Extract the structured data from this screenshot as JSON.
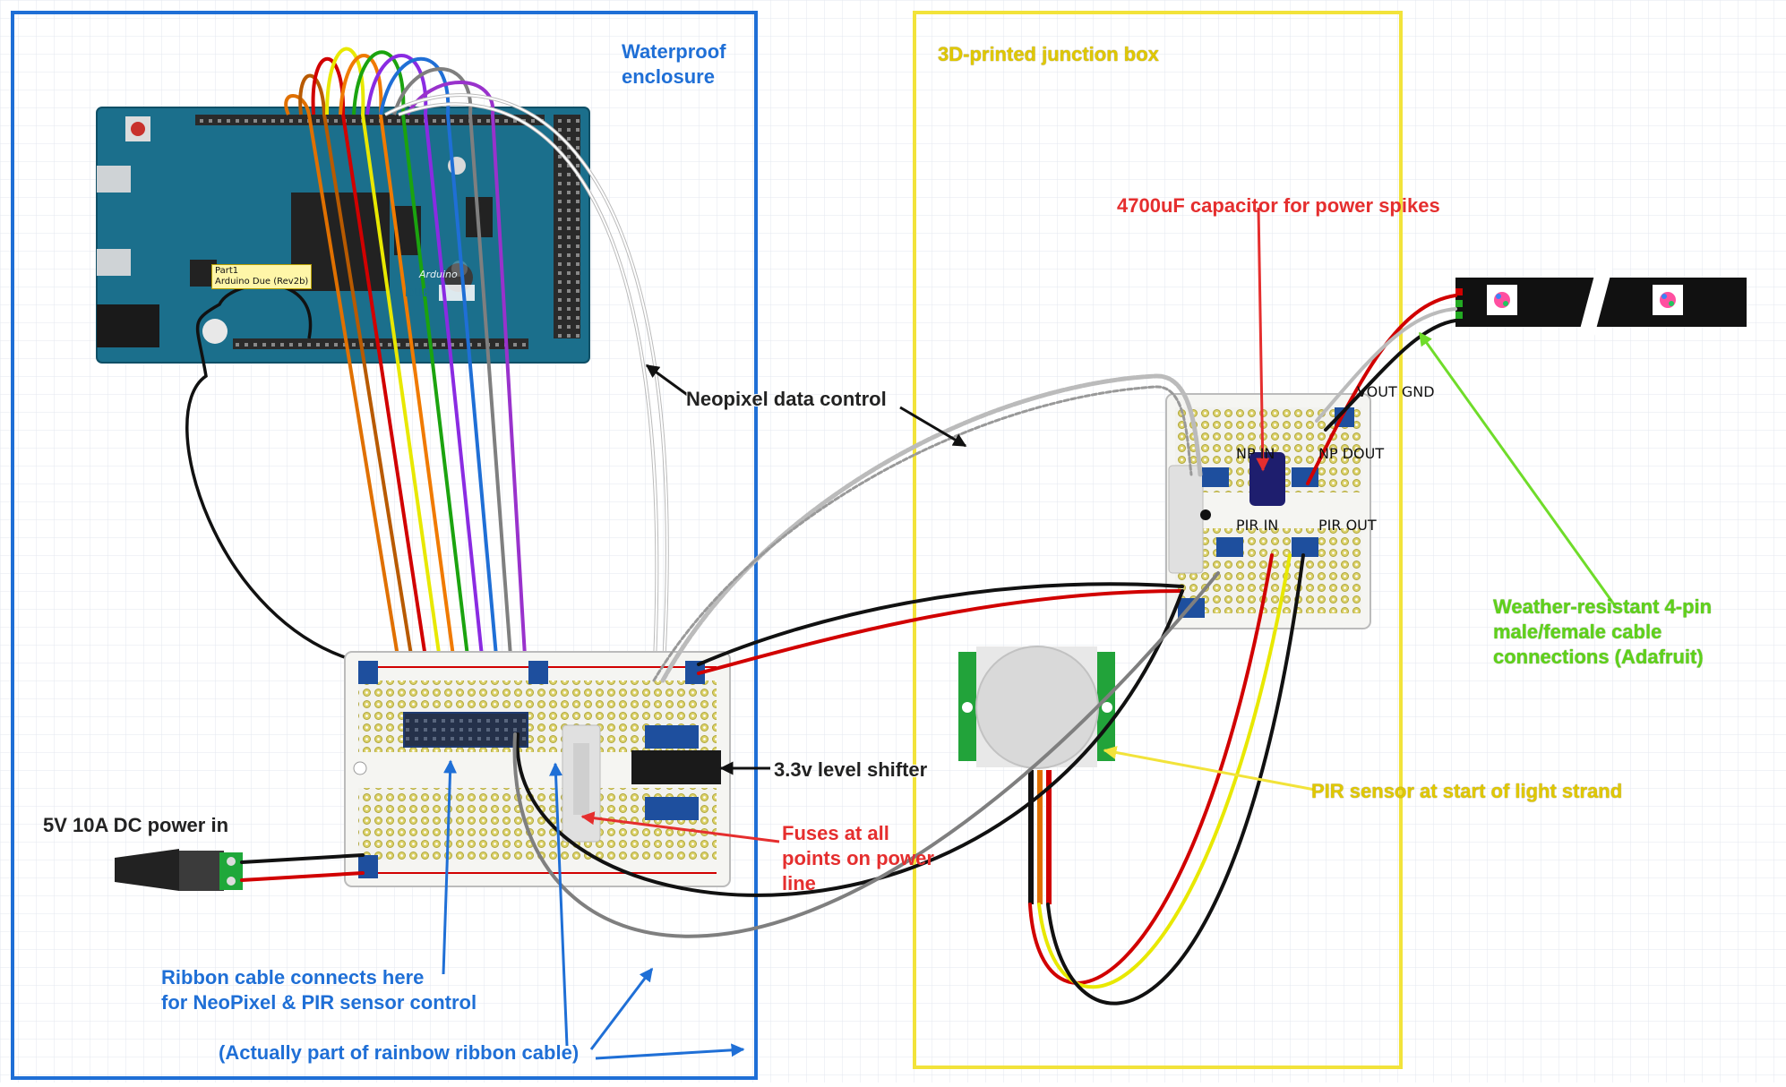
{
  "labels": {
    "waterproof": "Waterproof\nenclosure",
    "junction_box": "3D-printed junction box",
    "capacitor": "4700uF capacitor for power spikes",
    "neopixel_data": "Neopixel data control",
    "weather_cable": "Weather-resistant 4-pin\nmale/female cable\nconnections (Adafruit)",
    "level_shifter": "3.3v level shifter",
    "pir_sensor": "PIR sensor at start of light strand",
    "power_in": "5V 10A DC power in",
    "fuses": "Fuses at all\npoints on power\nline",
    "ribbon": "Ribbon cable connects here\nfor NeoPixel & PIR sensor control",
    "rainbow": "(Actually part of rainbow ribbon cable)"
  },
  "board_labels": {
    "vout_gnd": "VOUT GND",
    "np_in": "NP IN",
    "np_dout": "NP DOUT",
    "pir_in": "PIR IN",
    "pir_out": "PIR OUT"
  },
  "arduino": {
    "part_name": "Part1",
    "part_model": "Arduino Due (Rev2b)",
    "brand": "Arduino",
    "model": "DUE"
  },
  "colors": {
    "blue_box": "#1f6fd6",
    "yellow_box": "#f2e33a",
    "arduino_board": "#1b6f8c",
    "wire_red": "#d10000",
    "wire_black": "#111111"
  }
}
